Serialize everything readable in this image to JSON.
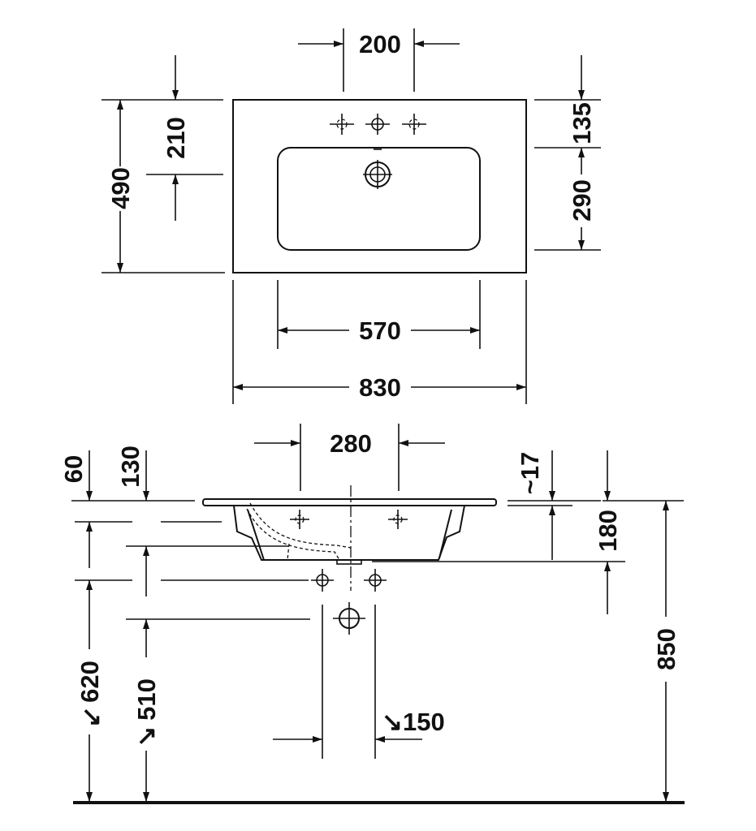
{
  "top_view": {
    "faucet_spacing": "200",
    "depth_total": "490",
    "faucet_to_drain": "210",
    "rim_to_basin": "135",
    "basin_depth": "290",
    "basin_width": "570",
    "total_width": "830"
  },
  "side_view": {
    "overflow_spacing": "280",
    "rim_thickness": "60",
    "rim_to_drain": "130",
    "approx_rim": "~17",
    "bowl_height": "180",
    "height_total": "850",
    "supply_height": "620",
    "waste_height": "510",
    "supply_spacing": "↘150",
    "arrow_620": "↘",
    "arrow_510": "↗"
  },
  "colors": {
    "line": "#111111",
    "background": "#ffffff"
  }
}
